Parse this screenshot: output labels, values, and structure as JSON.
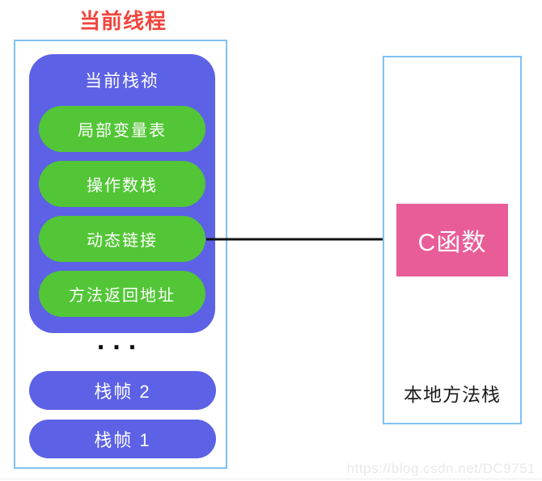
{
  "diagram": {
    "title": "当前线程",
    "thread_stack": {
      "current_frame": {
        "header": "当前栈祯",
        "parts": [
          {
            "label": "局部变量表"
          },
          {
            "label": "操作数栈"
          },
          {
            "label": "动态链接"
          },
          {
            "label": "方法返回地址"
          }
        ]
      },
      "ellipsis": "...",
      "frames": [
        {
          "label": "栈帧 2"
        },
        {
          "label": "栈帧 1"
        }
      ]
    },
    "native_stack": {
      "label": "本地方法栈",
      "c_function_label": "C函数"
    },
    "arrow": {
      "from": "动态链接",
      "to": "C函数"
    },
    "watermark": "https://blog.csdn.net/DC9751",
    "colors": {
      "title_red": "#f1453d",
      "border_blue": "#7fc1f2",
      "frame_purple": "#5c61e6",
      "part_green": "#52c636",
      "c_func_pink": "#e85d97",
      "arrow_black": "#111111",
      "watermark_gray": "#e9e9e9"
    }
  }
}
